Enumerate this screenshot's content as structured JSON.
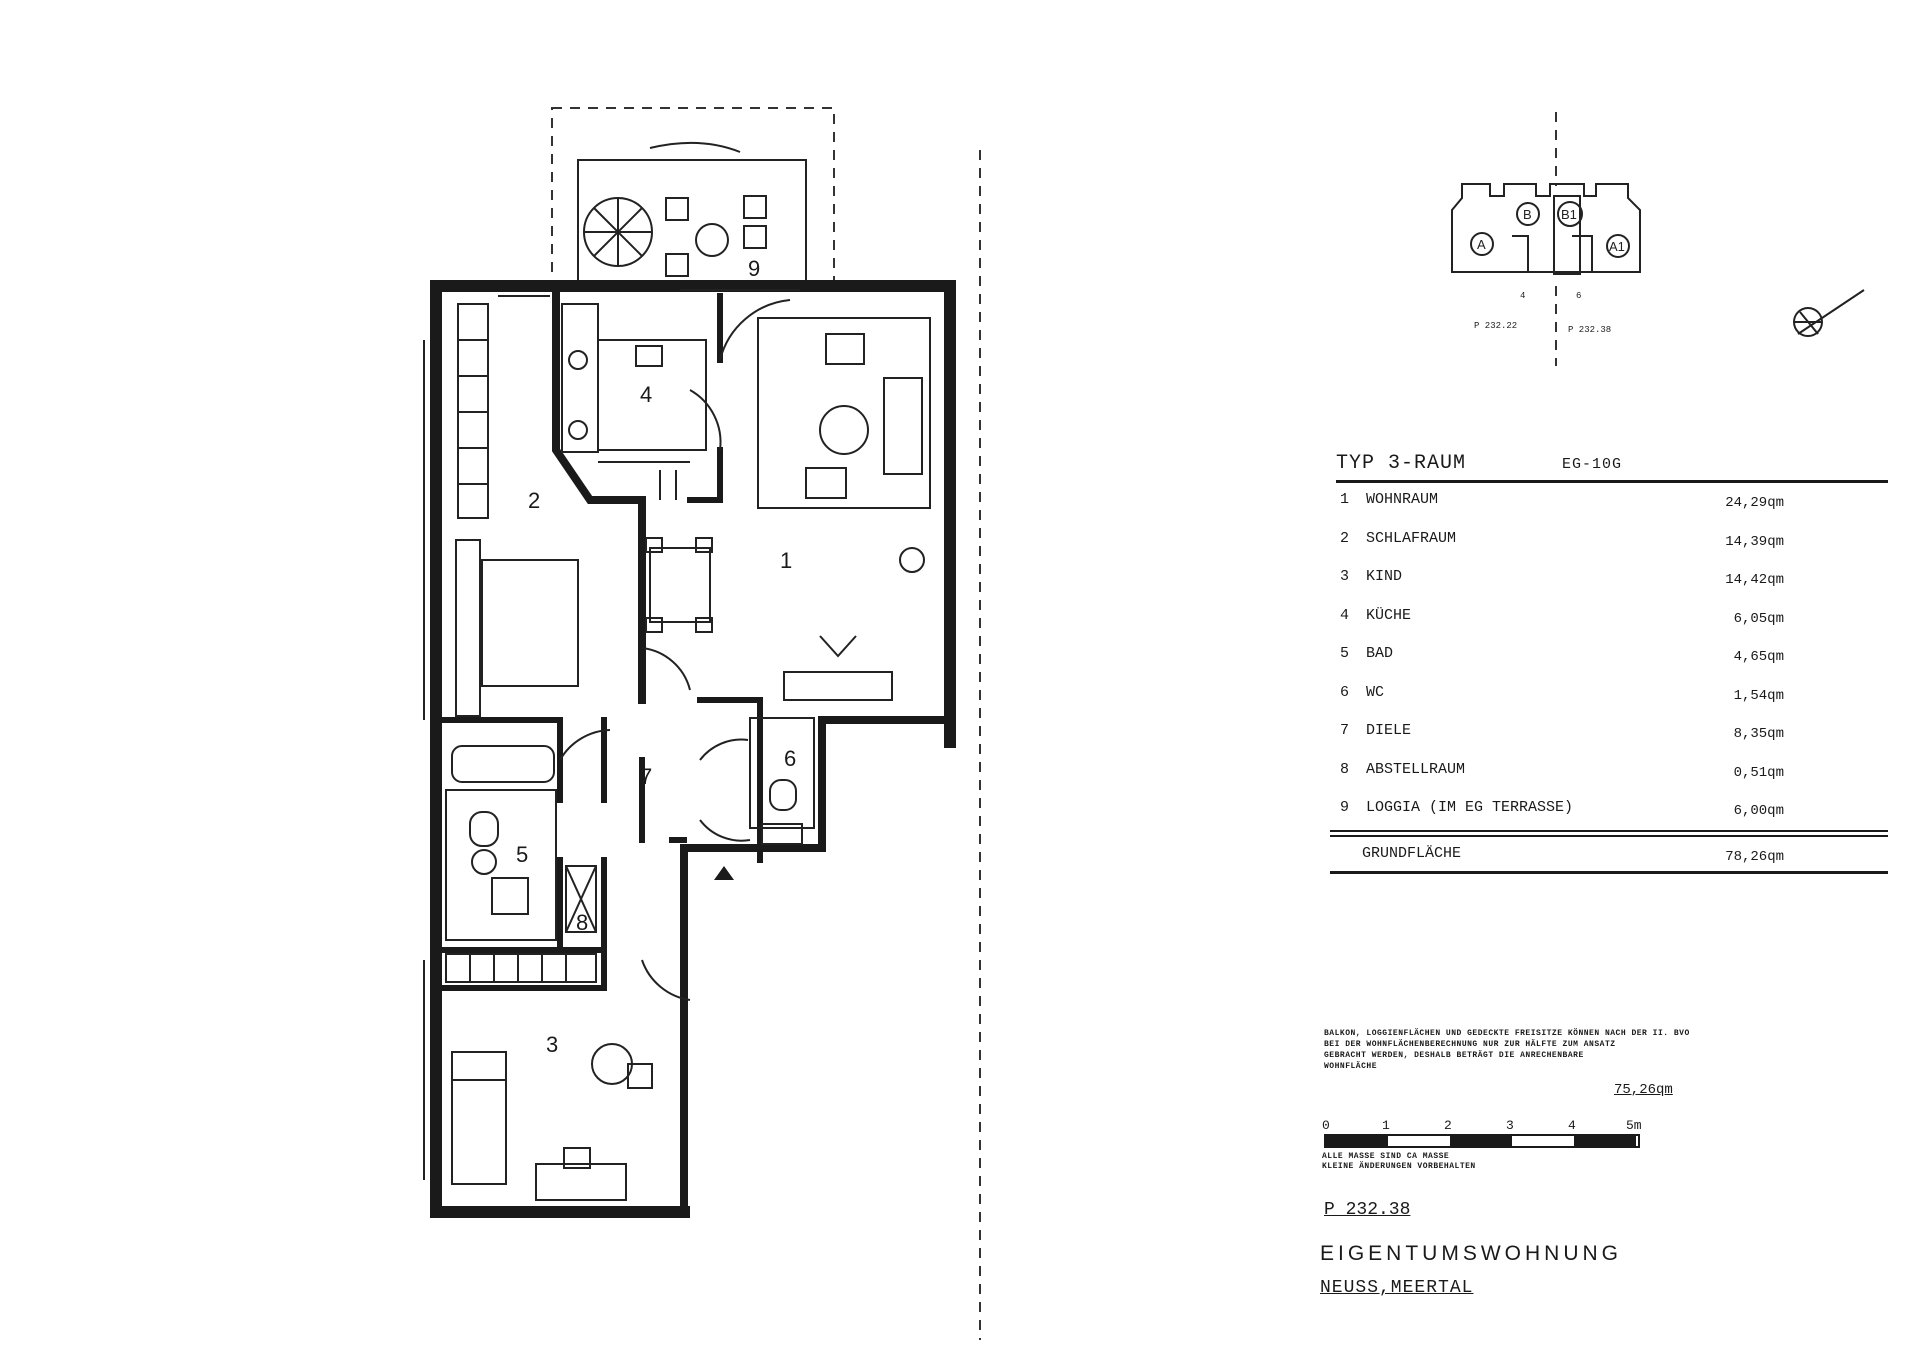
{
  "plan": {
    "room_numbers": [
      "1",
      "2",
      "3",
      "4",
      "5",
      "6",
      "7",
      "8",
      "9"
    ]
  },
  "key_plan": {
    "units": [
      "A",
      "B",
      "B1",
      "A1"
    ],
    "axis_numbers": [
      "4",
      "6"
    ],
    "captions": [
      "P 232.22",
      "P 232.38"
    ]
  },
  "legend": {
    "type_label": "TYP 3-RAUM",
    "type_code": "EG-10G",
    "rooms": [
      {
        "num": "1",
        "name": "WOHNRAUM",
        "area": "24,29qm"
      },
      {
        "num": "2",
        "name": "SCHLAFRAUM",
        "area": "14,39qm"
      },
      {
        "num": "3",
        "name": "KIND",
        "area": "14,42qm"
      },
      {
        "num": "4",
        "name": "KÜCHE",
        "area": "6,05qm"
      },
      {
        "num": "5",
        "name": "BAD",
        "area": "4,65qm"
      },
      {
        "num": "6",
        "name": "WC",
        "area": "1,54qm"
      },
      {
        "num": "7",
        "name": "DIELE",
        "area": "8,35qm"
      },
      {
        "num": "8",
        "name": "ABSTELLRAUM",
        "area": "0,51qm"
      },
      {
        "num": "9",
        "name": "LOGGIA (IM EG TERRASSE)",
        "area": "6,00qm"
      }
    ],
    "total_label": "GRUNDFLÄCHE",
    "total_area": "78,26qm"
  },
  "note": {
    "line1": "BALKON, LOGGIENFLÄCHEN UND GEDECKTE FREISITZE KÖNNEN NACH DER II. BVO",
    "line2": "BEI DER WOHNFLÄCHENBERECHNUNG NUR ZUR HÄLFTE ZUM ANSATZ",
    "line3": "GEBRACHT WERDEN, DESHALB BETRÄGT DIE ANRECHENBARE",
    "line4": "WOHNFLÄCHE",
    "area": "75,26qm"
  },
  "scale": {
    "labels": [
      "0",
      "1",
      "2",
      "3",
      "4",
      "5m"
    ],
    "note1": "ALLE MASSE SIND CA MASSE",
    "note2": "KLEINE ÄNDERUNGEN VORBEHALTEN"
  },
  "title": {
    "plan_ref": "P 232.38",
    "heading": "EIGENTUMSWOHNUNG",
    "location": "NEUSS,MEERTAL"
  }
}
